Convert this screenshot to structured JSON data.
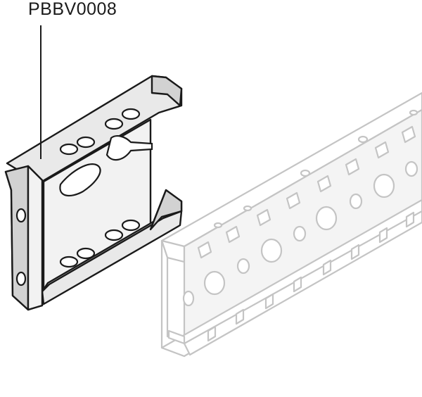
{
  "callout": {
    "part_number": "PBBV0008"
  },
  "parts": {
    "bracket_icon": "angle-bracket",
    "rail_icon": "perforated-rail-profile"
  }
}
